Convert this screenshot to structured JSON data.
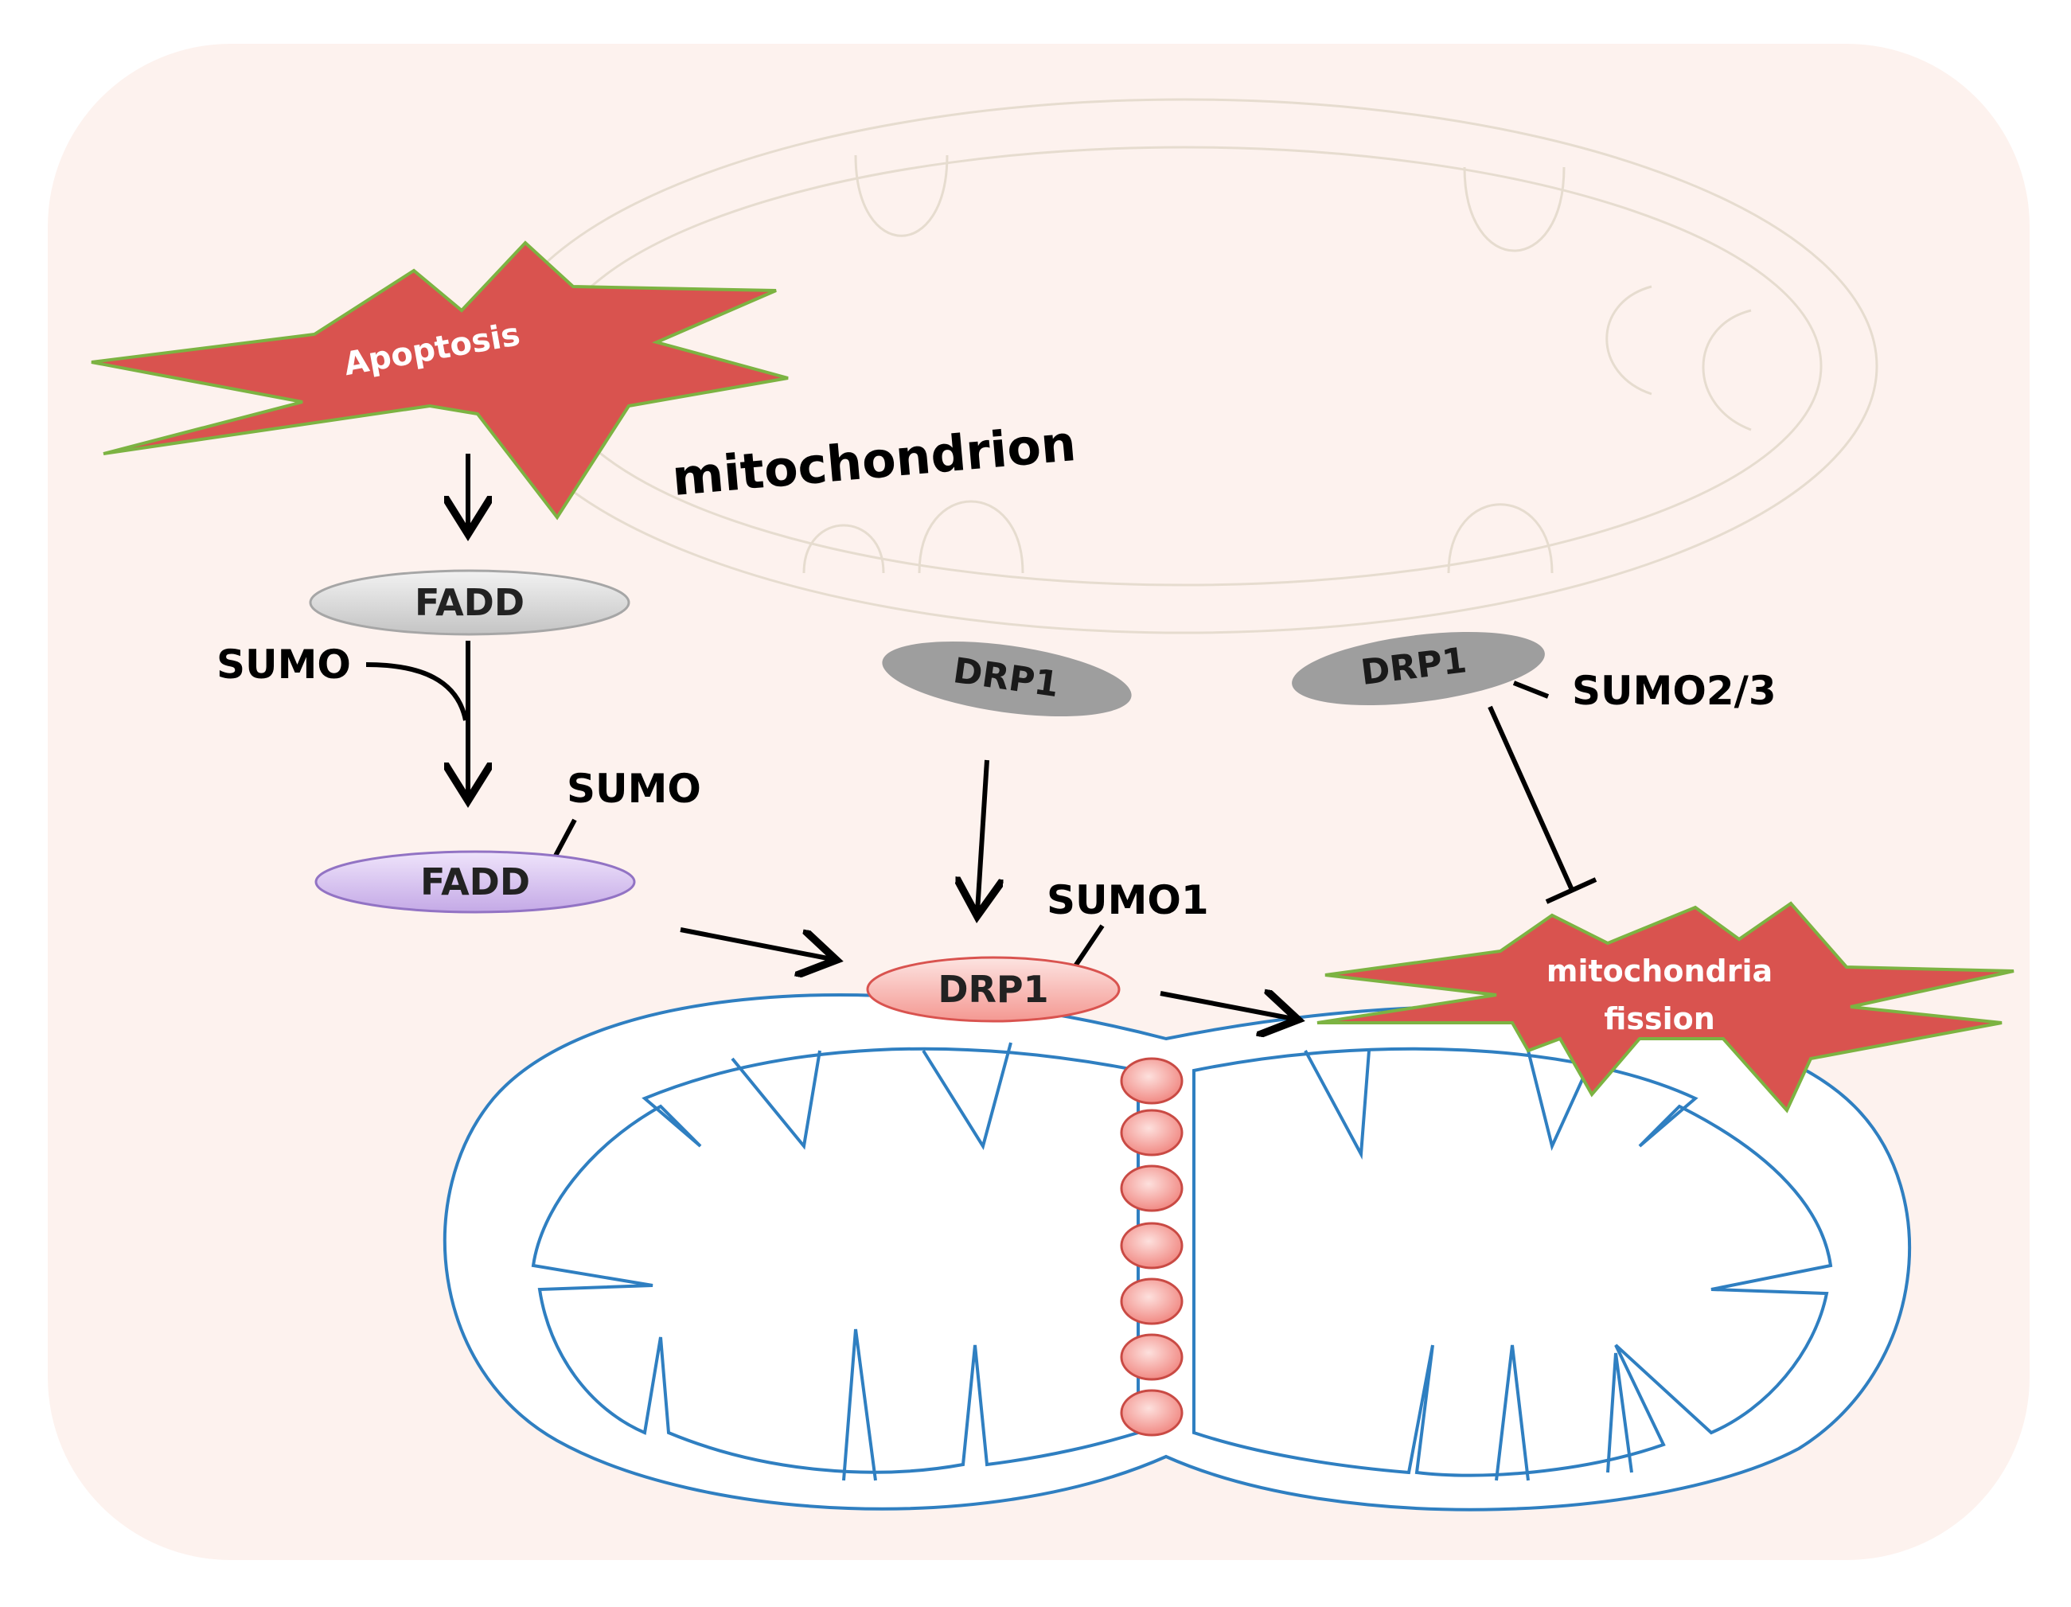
{
  "diagram": {
    "mito_background_label": "mitochondrion",
    "apoptosis_label": "Apoptosis",
    "fadd_label": "FADD",
    "fadd_sumo_label": "FADD",
    "sumo_left_label": "SUMO",
    "sumo_attached_label": "SUMO",
    "drp1_center_label": "DRP1",
    "drp1_right_label": "DRP1",
    "sumo23_label": "SUMO2/3",
    "drp1_membrane_label": "DRP1",
    "sumo1_label": "SUMO1",
    "fission_line1": "mitochondria",
    "fission_line2": "fission"
  },
  "colors": {
    "background_panel": "#fdf2ee",
    "starburst_fill": "#d9534f",
    "starburst_outline": "#7cb342",
    "fadd_gray": "#d9d9d9",
    "fadd_purple": "#d8c4ef",
    "drp1_gray": "#9e9e9e",
    "drp1_pink": "#f8b7b3",
    "mito_outline": "#2f7fc1",
    "faint_mito": "#e6dccf",
    "arrow": "#000000"
  }
}
